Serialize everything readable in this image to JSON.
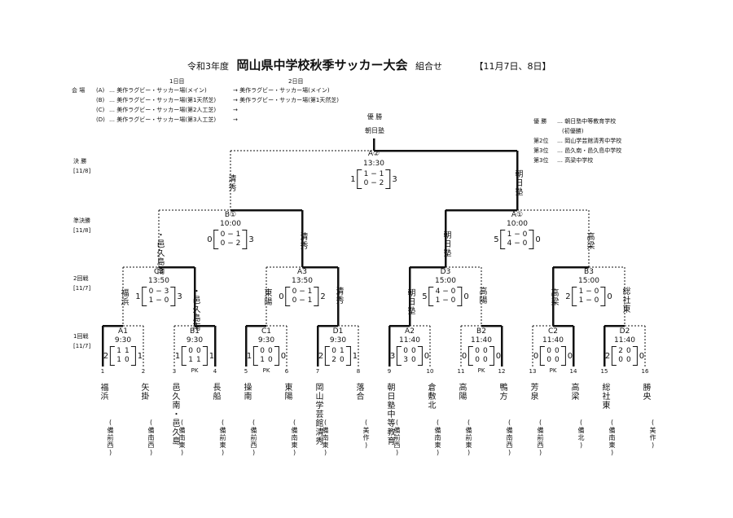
{
  "header": {
    "year": "令和3年度",
    "title": "岡山県中学校秋季サッカー大会",
    "suffix": "組合せ",
    "dates": "【11月7日、8日】"
  },
  "venues": {
    "label": "会 場",
    "day1": "1日目",
    "day2": "2日目",
    "rows": [
      {
        "key": "(A)",
        "day1": "… 美作ラグビー・サッカー場(メイン)",
        "day2": "→ 美作ラグビー・サッカー場(メイン)"
      },
      {
        "key": "(B)",
        "day1": "… 美作ラグビー・サッカー場(第1天然芝)",
        "day2": "→ 美作ラグビー・サッカー場(第1天然芝)"
      },
      {
        "key": "(C)",
        "day1": "… 美作ラグビー・サッカー場(第2人工芝)",
        "day2": "→"
      },
      {
        "key": "(D)",
        "day1": "… 美作ラグビー・サッカー場(第3人工芝)",
        "day2": "→"
      }
    ]
  },
  "champion": {
    "label": "優 勝",
    "team": "朝日塾"
  },
  "results": [
    {
      "label": "優 勝",
      "team": "… 朝日塾中等教育学校"
    },
    {
      "label": "",
      "team": "(初優勝)"
    },
    {
      "label": "第2位",
      "team": "… 岡山学芸館清秀中学校"
    },
    {
      "label": "第3位",
      "team": "… 邑久南・邑久島中学校"
    },
    {
      "label": "第3位",
      "team": "… 高梁中学校"
    }
  ],
  "rounds": [
    {
      "name": "決 勝",
      "date": "[11/8]"
    },
    {
      "name": "準決勝",
      "date": "[11/8]"
    },
    {
      "name": "2回戦",
      "date": "[11/7]"
    },
    {
      "name": "1回戦",
      "date": "[11/7]"
    }
  ],
  "final": {
    "code": "A②",
    "time": "13:30",
    "left": "1",
    "right": "3",
    "s1": "1 − 1",
    "s2": "0 − 2",
    "team_l": "清秀",
    "team_r": "朝日塾"
  },
  "semis": [
    {
      "code": "B①",
      "time": "10:00",
      "left": "0",
      "right": "3",
      "s1": "0 − 1",
      "s2": "0 − 2",
      "team_l": "・邑久島南",
      "team_r": "清秀"
    },
    {
      "code": "A①",
      "time": "10:00",
      "left": "5",
      "right": "0",
      "s1": "1 − 0",
      "s2": "4 − 0",
      "team_l": "朝日塾",
      "team_r": "高梁"
    }
  ],
  "r2": [
    {
      "code": "C3",
      "time": "13:50",
      "left": "1",
      "right": "3",
      "s1": "0 − 3",
      "s2": "1 − 0",
      "team_l": "福浜",
      "team_r": "・邑久島南"
    },
    {
      "code": "A3",
      "time": "13:50",
      "left": "0",
      "right": "2",
      "s1": "0 − 1",
      "s2": "0 − 1",
      "team_l": "東陽",
      "team_r": "清秀"
    },
    {
      "code": "D3",
      "time": "15:00",
      "left": "5",
      "right": "0",
      "s1": "4 − 0",
      "s2": "1 − 0",
      "team_l": "朝日塾",
      "team_r": "高陽"
    },
    {
      "code": "B3",
      "time": "15:00",
      "left": "2",
      "right": "0",
      "s1": "1 − 0",
      "s2": "1 − 0",
      "team_l": "高梁",
      "team_r": "総社東"
    }
  ],
  "r1": [
    {
      "code": "A1",
      "time": "9:30",
      "left": "2",
      "right": "1",
      "s1": "1",
      "s2": "1",
      "s3": "1",
      "s4": "0",
      "pk": ""
    },
    {
      "code": "B1",
      "time": "9:30",
      "left": "1",
      "right": "1",
      "s1": "0",
      "s2": "1",
      "s3": "0",
      "s4": "1",
      "pk": "PK"
    },
    {
      "code": "C1",
      "time": "9:30",
      "left": "1",
      "right": "0",
      "s1": "0",
      "s2": "1",
      "s3": "0",
      "s4": "0",
      "pk": "PK"
    },
    {
      "code": "D1",
      "time": "9:30",
      "left": "2",
      "right": "1",
      "s1": "0",
      "s2": "2",
      "s3": "1",
      "s4": "0",
      "pk": ""
    },
    {
      "code": "A2",
      "time": "11:40",
      "left": "3",
      "right": "0",
      "s1": "0",
      "s2": "3",
      "s3": "0",
      "s4": "0",
      "pk": ""
    },
    {
      "code": "B2",
      "time": "11:40",
      "left": "0",
      "right": "0",
      "s1": "0",
      "s2": "0",
      "s3": "0",
      "s4": "0",
      "pk": "PK"
    },
    {
      "code": "C2",
      "time": "11:40",
      "left": "0",
      "right": "0",
      "s1": "0",
      "s2": "0",
      "s3": "0",
      "s4": "0",
      "pk": "PK"
    },
    {
      "code": "D2",
      "time": "11:40",
      "left": "2",
      "right": "0",
      "s1": "2",
      "s2": "0",
      "s3": "0",
      "s4": "0",
      "pk": ""
    }
  ],
  "teams": [
    {
      "n": "1",
      "name": "福浜",
      "region": "(備前西)"
    },
    {
      "n": "2",
      "name": "矢掛",
      "region": "(備南西)"
    },
    {
      "n": "3",
      "name": "邑久南・邑久島",
      "region": "(備南東)"
    },
    {
      "n": "4",
      "name": "長船",
      "region": "(備前東)"
    },
    {
      "n": "5",
      "name": "操南",
      "region": "(備前西)"
    },
    {
      "n": "6",
      "name": "東陽",
      "region": "(備南東)"
    },
    {
      "n": "7",
      "name": "岡山学芸館清秀",
      "region": "(備南東)"
    },
    {
      "n": "8",
      "name": "落合",
      "region": "(美作)"
    },
    {
      "n": "9",
      "name": "朝日塾中等教育",
      "region": "(備前西)"
    },
    {
      "n": "10",
      "name": "倉敷北",
      "region": "(備南東)"
    },
    {
      "n": "11",
      "name": "高陽",
      "region": "(備前東)"
    },
    {
      "n": "12",
      "name": "鴨方",
      "region": "(備南西)"
    },
    {
      "n": "13",
      "name": "芳泉",
      "region": "(備前西)"
    },
    {
      "n": "14",
      "name": "高梁",
      "region": "(備北)"
    },
    {
      "n": "15",
      "name": "総社東",
      "region": "(備南東)"
    },
    {
      "n": "16",
      "name": "勝央",
      "region": "(美作)"
    }
  ],
  "pk_label": "PK"
}
